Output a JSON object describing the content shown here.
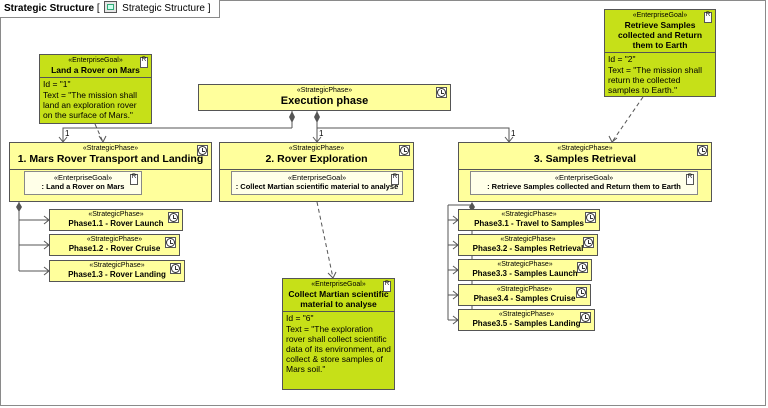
{
  "diagram": {
    "tab_title": "Strategic Structure",
    "tab_ref": "Strategic Structure",
    "stereo_goal": "«EnterpriseGoal»",
    "stereo_phase": "«StrategicPhase»",
    "stereo_goal_plain": "«EnterpriseGoal»",
    "multiplicity": "1"
  },
  "goals": {
    "g1": {
      "name": "Land a Rover on Mars",
      "id": "Id = \"1\"",
      "text": "Text = \"The mission shall land an exploration rover on the surface of Mars.\""
    },
    "g2": {
      "name": "Retrieve Samples collected and Return them to Earth",
      "id": "Id = \"2\"",
      "text": "Text = \"The mission shall return the collected samples to Earth.\""
    },
    "g6": {
      "name": "Collect Martian scientific material  to analyse",
      "id": "Id = \"6\"",
      "text": "Text = \"The exploration rover shall collect scientific data of its environment, and collect & store samples of Mars soil.\""
    }
  },
  "phases": {
    "exec": {
      "name": "Execution phase"
    },
    "p1": {
      "name": "1. Mars Rover Transport and Landing",
      "goal_ref": ": Land a Rover on Mars"
    },
    "p2": {
      "name": "2. Rover Exploration",
      "goal_ref": ": Collect Martian scientific material  to analyse"
    },
    "p3": {
      "name": "3. Samples Retrieval",
      "goal_ref": ": Retrieve Samples collected and Return them to Earth"
    },
    "sub1": [
      "Phase1.1 - Rover Launch",
      "Phase1.2 - Rover Cruise",
      "Phase1.3 - Rover Landing"
    ],
    "sub3": [
      "Phase3.1 - Travel to Samples",
      "Phase3.2 - Samples Retrieval",
      "Phase3.3 - Samples Launch",
      "Phase3.4 - Samples Cruise",
      "Phase3.5 - Samples Landing"
    ]
  },
  "colors": {
    "phase": "#ffff9c",
    "goal": "#c6e018",
    "line": "#555555"
  }
}
